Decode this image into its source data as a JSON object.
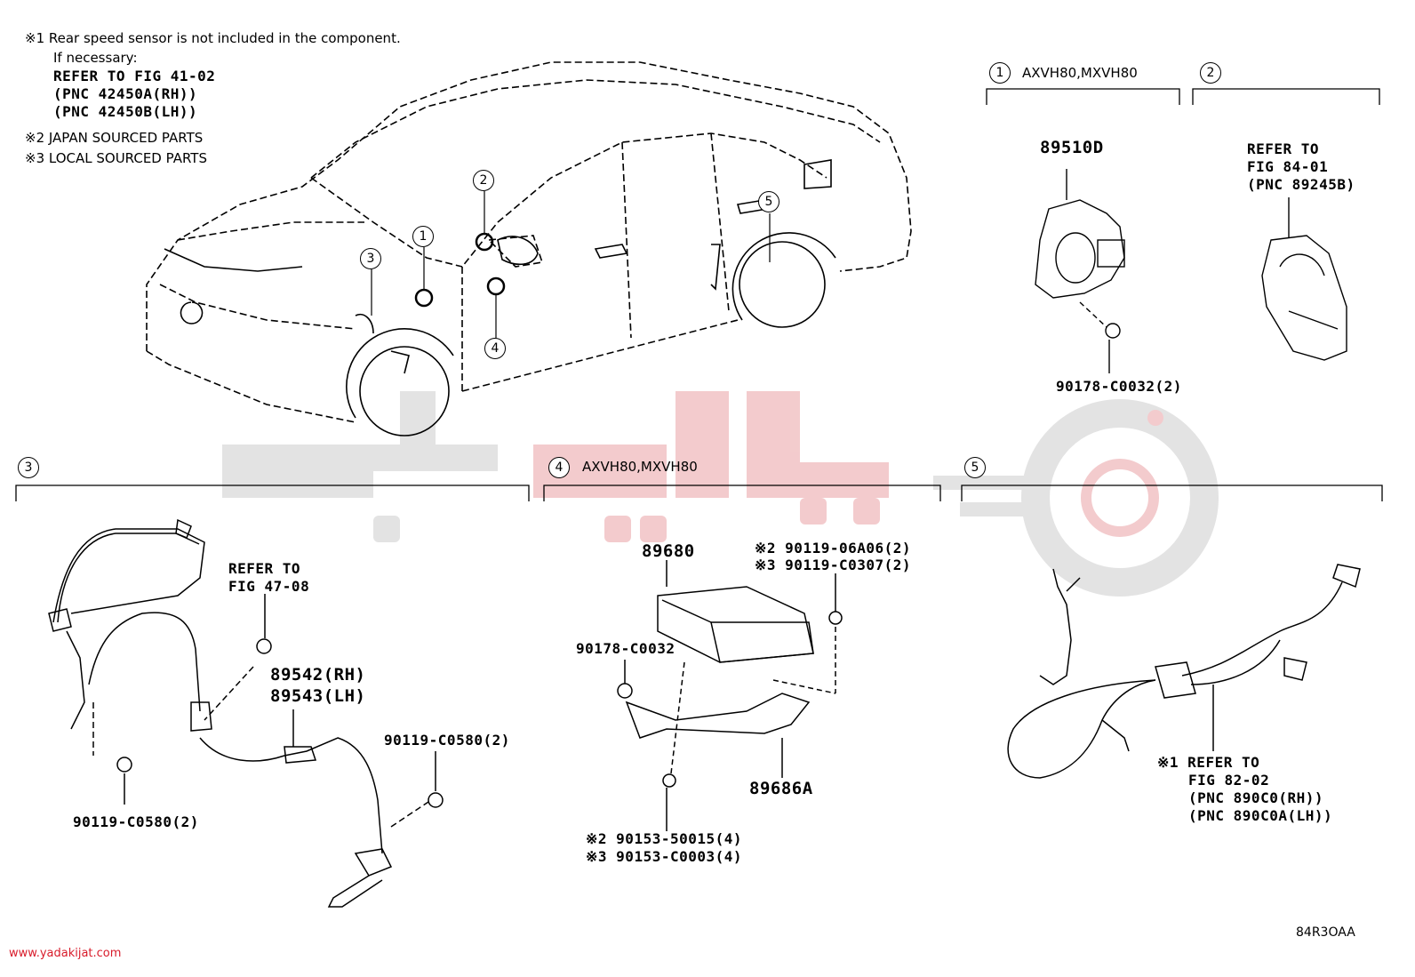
{
  "notes": {
    "n1": "※1 Rear speed sensor is not included in the component.",
    "n1_if": "If necessary:",
    "n1_refer": "REFER TO FIG 41-02",
    "n1_pnc_rh": "(PNC 42450A(RH))",
    "n1_pnc_lh": "(PNC 42450B(LH))",
    "n2": "※2 JAPAN SOURCED PARTS",
    "n3": "※3 LOCAL SOURCED PARTS"
  },
  "car_callouts": [
    "1",
    "2",
    "3",
    "4",
    "5"
  ],
  "sections": {
    "s1": {
      "num": "1",
      "label": "AXVH80,MXVH80",
      "part": "89510D",
      "bolt": "90178-C0032(2)"
    },
    "s2": {
      "num": "2",
      "refer": "REFER TO",
      "fig": "FIG 84-01",
      "pnc": "(PNC 89245B)"
    },
    "s3": {
      "num": "3",
      "refer": "REFER TO",
      "fig": "FIG 47-08",
      "part_rh": "89542(RH)",
      "part_lh": "89543(LH)",
      "bolt_right": "90119-C0580(2)",
      "bolt_left": "90119-C0580(2)"
    },
    "s4": {
      "num": "4",
      "label": "AXVH80,MXVH80",
      "part": "89680",
      "nut": "90178-C0032",
      "bolt_top_a": "※2 90119-06A06(2)",
      "bolt_top_b": "※3 90119-C0307(2)",
      "bracket": "89686A",
      "screw_a": "※2 90153-50015(4)",
      "screw_b": "※3 90153-C0003(4)"
    },
    "s5": {
      "num": "5",
      "refer": "※1 REFER TO",
      "fig": "FIG 82-02",
      "pnc_rh": "(PNC 890C0(RH))",
      "pnc_lh": "(PNC 890C0A(LH))"
    }
  },
  "footer": {
    "url": "www.yadakijat.com",
    "code": "84R3OAA"
  },
  "colors": {
    "watermark_red": "#e8303a",
    "watermark_grey": "#d9d9d9",
    "ink": "#000000"
  }
}
